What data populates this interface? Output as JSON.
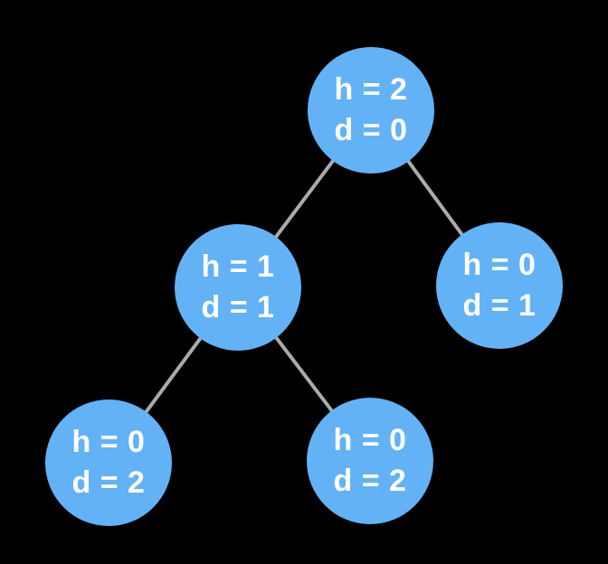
{
  "diagram": {
    "type": "binary-tree",
    "colors": {
      "background": "#000000",
      "node_fill": "#64B2F6",
      "edge": "#ABABAB",
      "text": "#FFFFFF"
    },
    "nodes": [
      {
        "id": "root",
        "line1": "h = 2",
        "line2": "d = 0"
      },
      {
        "id": "left-child",
        "line1": "h = 1",
        "line2": "d = 1"
      },
      {
        "id": "right-child",
        "line1": "h = 0",
        "line2": "d = 1"
      },
      {
        "id": "left-left-child",
        "line1": "h = 0",
        "line2": "d = 2"
      },
      {
        "id": "left-right-child",
        "line1": "h = 0",
        "line2": "d = 2"
      }
    ],
    "edges": [
      {
        "from": "root",
        "to": "left-child"
      },
      {
        "from": "root",
        "to": "right-child"
      },
      {
        "from": "left-child",
        "to": "left-left-child"
      },
      {
        "from": "left-child",
        "to": "left-right-child"
      }
    ]
  }
}
